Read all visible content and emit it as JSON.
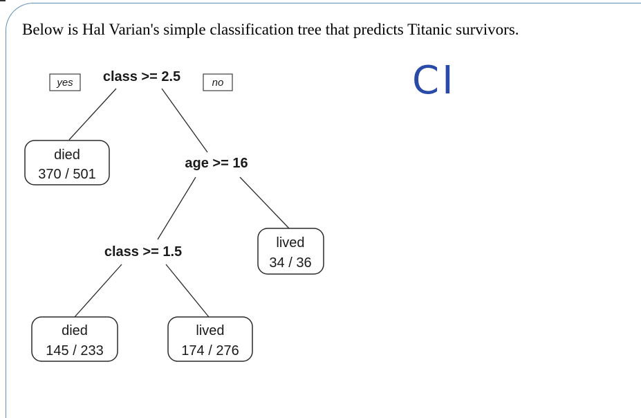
{
  "caption": "Below is Hal Varian's simple classification tree that predicts Titanic survivors.",
  "annotation": "CI",
  "annotation_color": "#2a4aa8",
  "accent_color": "#5b8fbf",
  "tree": {
    "tag_yes": "yes",
    "tag_no": "no",
    "root_split": "class >= 2.5",
    "leaf_root_left": {
      "label": "died",
      "count": "370 / 501"
    },
    "age_split": "age >= 16",
    "leaf_age_right": {
      "label": "lived",
      "count": "34 / 36"
    },
    "class2_split": "class >= 1.5",
    "leaf_class2_left": {
      "label": "died",
      "count": "145 / 233"
    },
    "leaf_class2_right": {
      "label": "lived",
      "count": "174 / 276"
    }
  }
}
